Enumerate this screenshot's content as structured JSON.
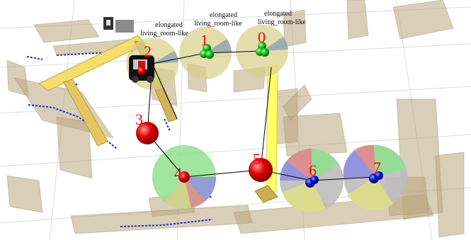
{
  "scene": {
    "nodes": [
      {
        "id": "0",
        "label": "0",
        "category": "elongated",
        "place": "living_room-like",
        "sphere_color": "green"
      },
      {
        "id": "1",
        "label": "1",
        "category": "elongated",
        "place": "living_room-like",
        "sphere_color": "green"
      },
      {
        "id": "2",
        "label": "2",
        "category": "elongated",
        "place": "living_room-like",
        "sphere_color": "red"
      },
      {
        "id": "3",
        "label": "3",
        "sphere_color": "red"
      },
      {
        "id": "4",
        "label": "4",
        "sphere_color": "red"
      },
      {
        "id": "5",
        "label": "5",
        "sphere_color": "red"
      },
      {
        "id": "6",
        "label": "6",
        "sphere_color": "blue"
      },
      {
        "id": "7",
        "label": "7",
        "sphere_color": "blue"
      }
    ],
    "colors": {
      "background": "#ffffff",
      "grid": "#d8d8d8",
      "wall": "#b9a67e",
      "door_frame": "#f4dd6c",
      "laser_points": "#1a2fd6",
      "node_number": "#ff0000",
      "edge": "#000000"
    }
  }
}
